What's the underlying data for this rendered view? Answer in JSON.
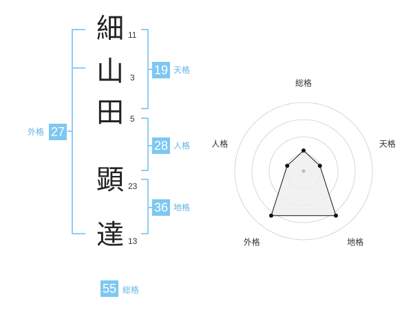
{
  "name": {
    "chars": [
      {
        "char": "細",
        "strokes": "11"
      },
      {
        "char": "山",
        "strokes": "3"
      },
      {
        "char": "田",
        "strokes": "5"
      },
      {
        "char": "顕",
        "strokes": "23"
      },
      {
        "char": "達",
        "strokes": "13"
      }
    ]
  },
  "kaku": {
    "tenkaku": {
      "label": "天格",
      "value": "19"
    },
    "jinkaku": {
      "label": "人格",
      "value": "28"
    },
    "chikaku": {
      "label": "地格",
      "value": "36"
    },
    "gaikaku": {
      "label": "外格",
      "value": "27"
    },
    "soukaku": {
      "label": "総格",
      "value": "55"
    }
  },
  "chart_data": {
    "type": "radar",
    "axes": [
      "総格",
      "天格",
      "地格",
      "外格",
      "人格"
    ],
    "rings": 4,
    "max": 4,
    "values": [
      1.2,
      1.0,
      3.2,
      3.2,
      1.0
    ],
    "colors": {
      "fill": "#eeeeee",
      "stroke": "#111111",
      "grid": "#cccccc",
      "accent": "#7dc7f2"
    }
  }
}
